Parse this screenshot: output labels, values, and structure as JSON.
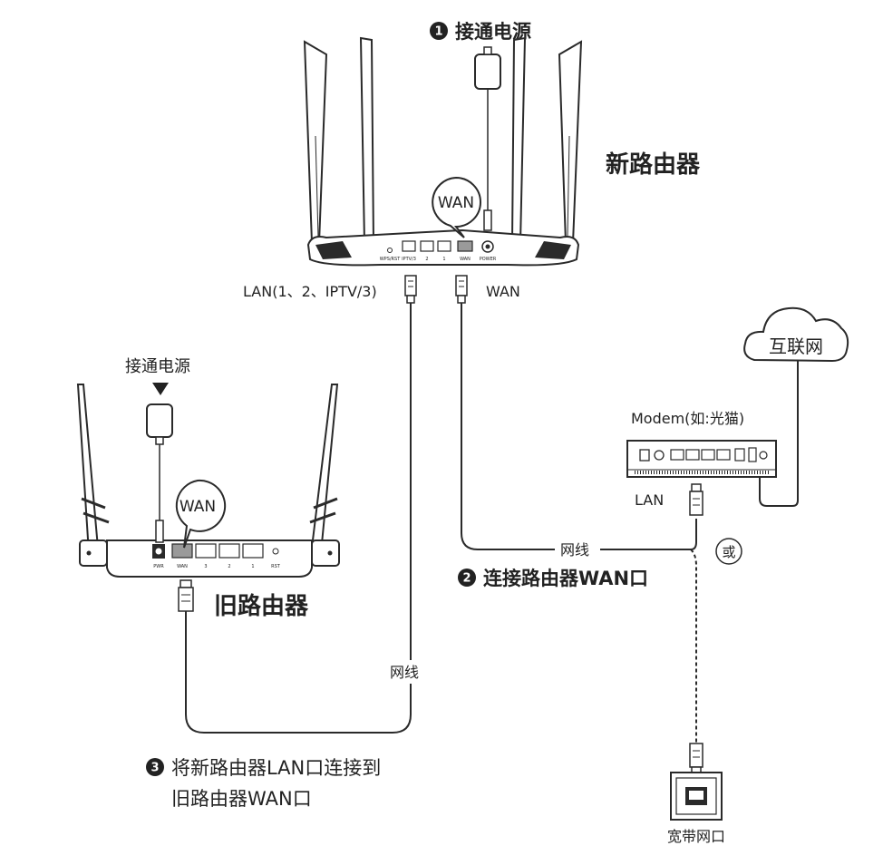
{
  "step1": {
    "num": "1",
    "text": "接通电源"
  },
  "new_router": {
    "title": "新路由器",
    "wan_bubble": "WAN",
    "ports": [
      "WPS/RST",
      "IPTV/3",
      "2",
      "1",
      "WAN",
      "POWER"
    ]
  },
  "lan_label": "LAN(1、2、IPTV/3)",
  "wan_label": "WAN",
  "internet": "互联网",
  "modem": {
    "title": "Modem(如:光猫)",
    "lan": "LAN"
  },
  "cable_right": "网线",
  "or_badge": "或",
  "step2": {
    "num": "2",
    "text": "连接路由器WAN口"
  },
  "old_router": {
    "power": "接通电源",
    "title": "旧路由器",
    "wan_bubble": "WAN",
    "ports": [
      "PWR",
      "WAN",
      "3",
      "2",
      "1",
      "RST"
    ]
  },
  "cable_mid": "网线",
  "step3": {
    "num": "3",
    "line1": "将新路由器LAN口连接到",
    "line2": "旧路由器WAN口"
  },
  "wall_jack": "宽带网口",
  "colors": {
    "line": "#333333",
    "device": "#2a2a2a",
    "wan_port": "#9a9a9a"
  }
}
